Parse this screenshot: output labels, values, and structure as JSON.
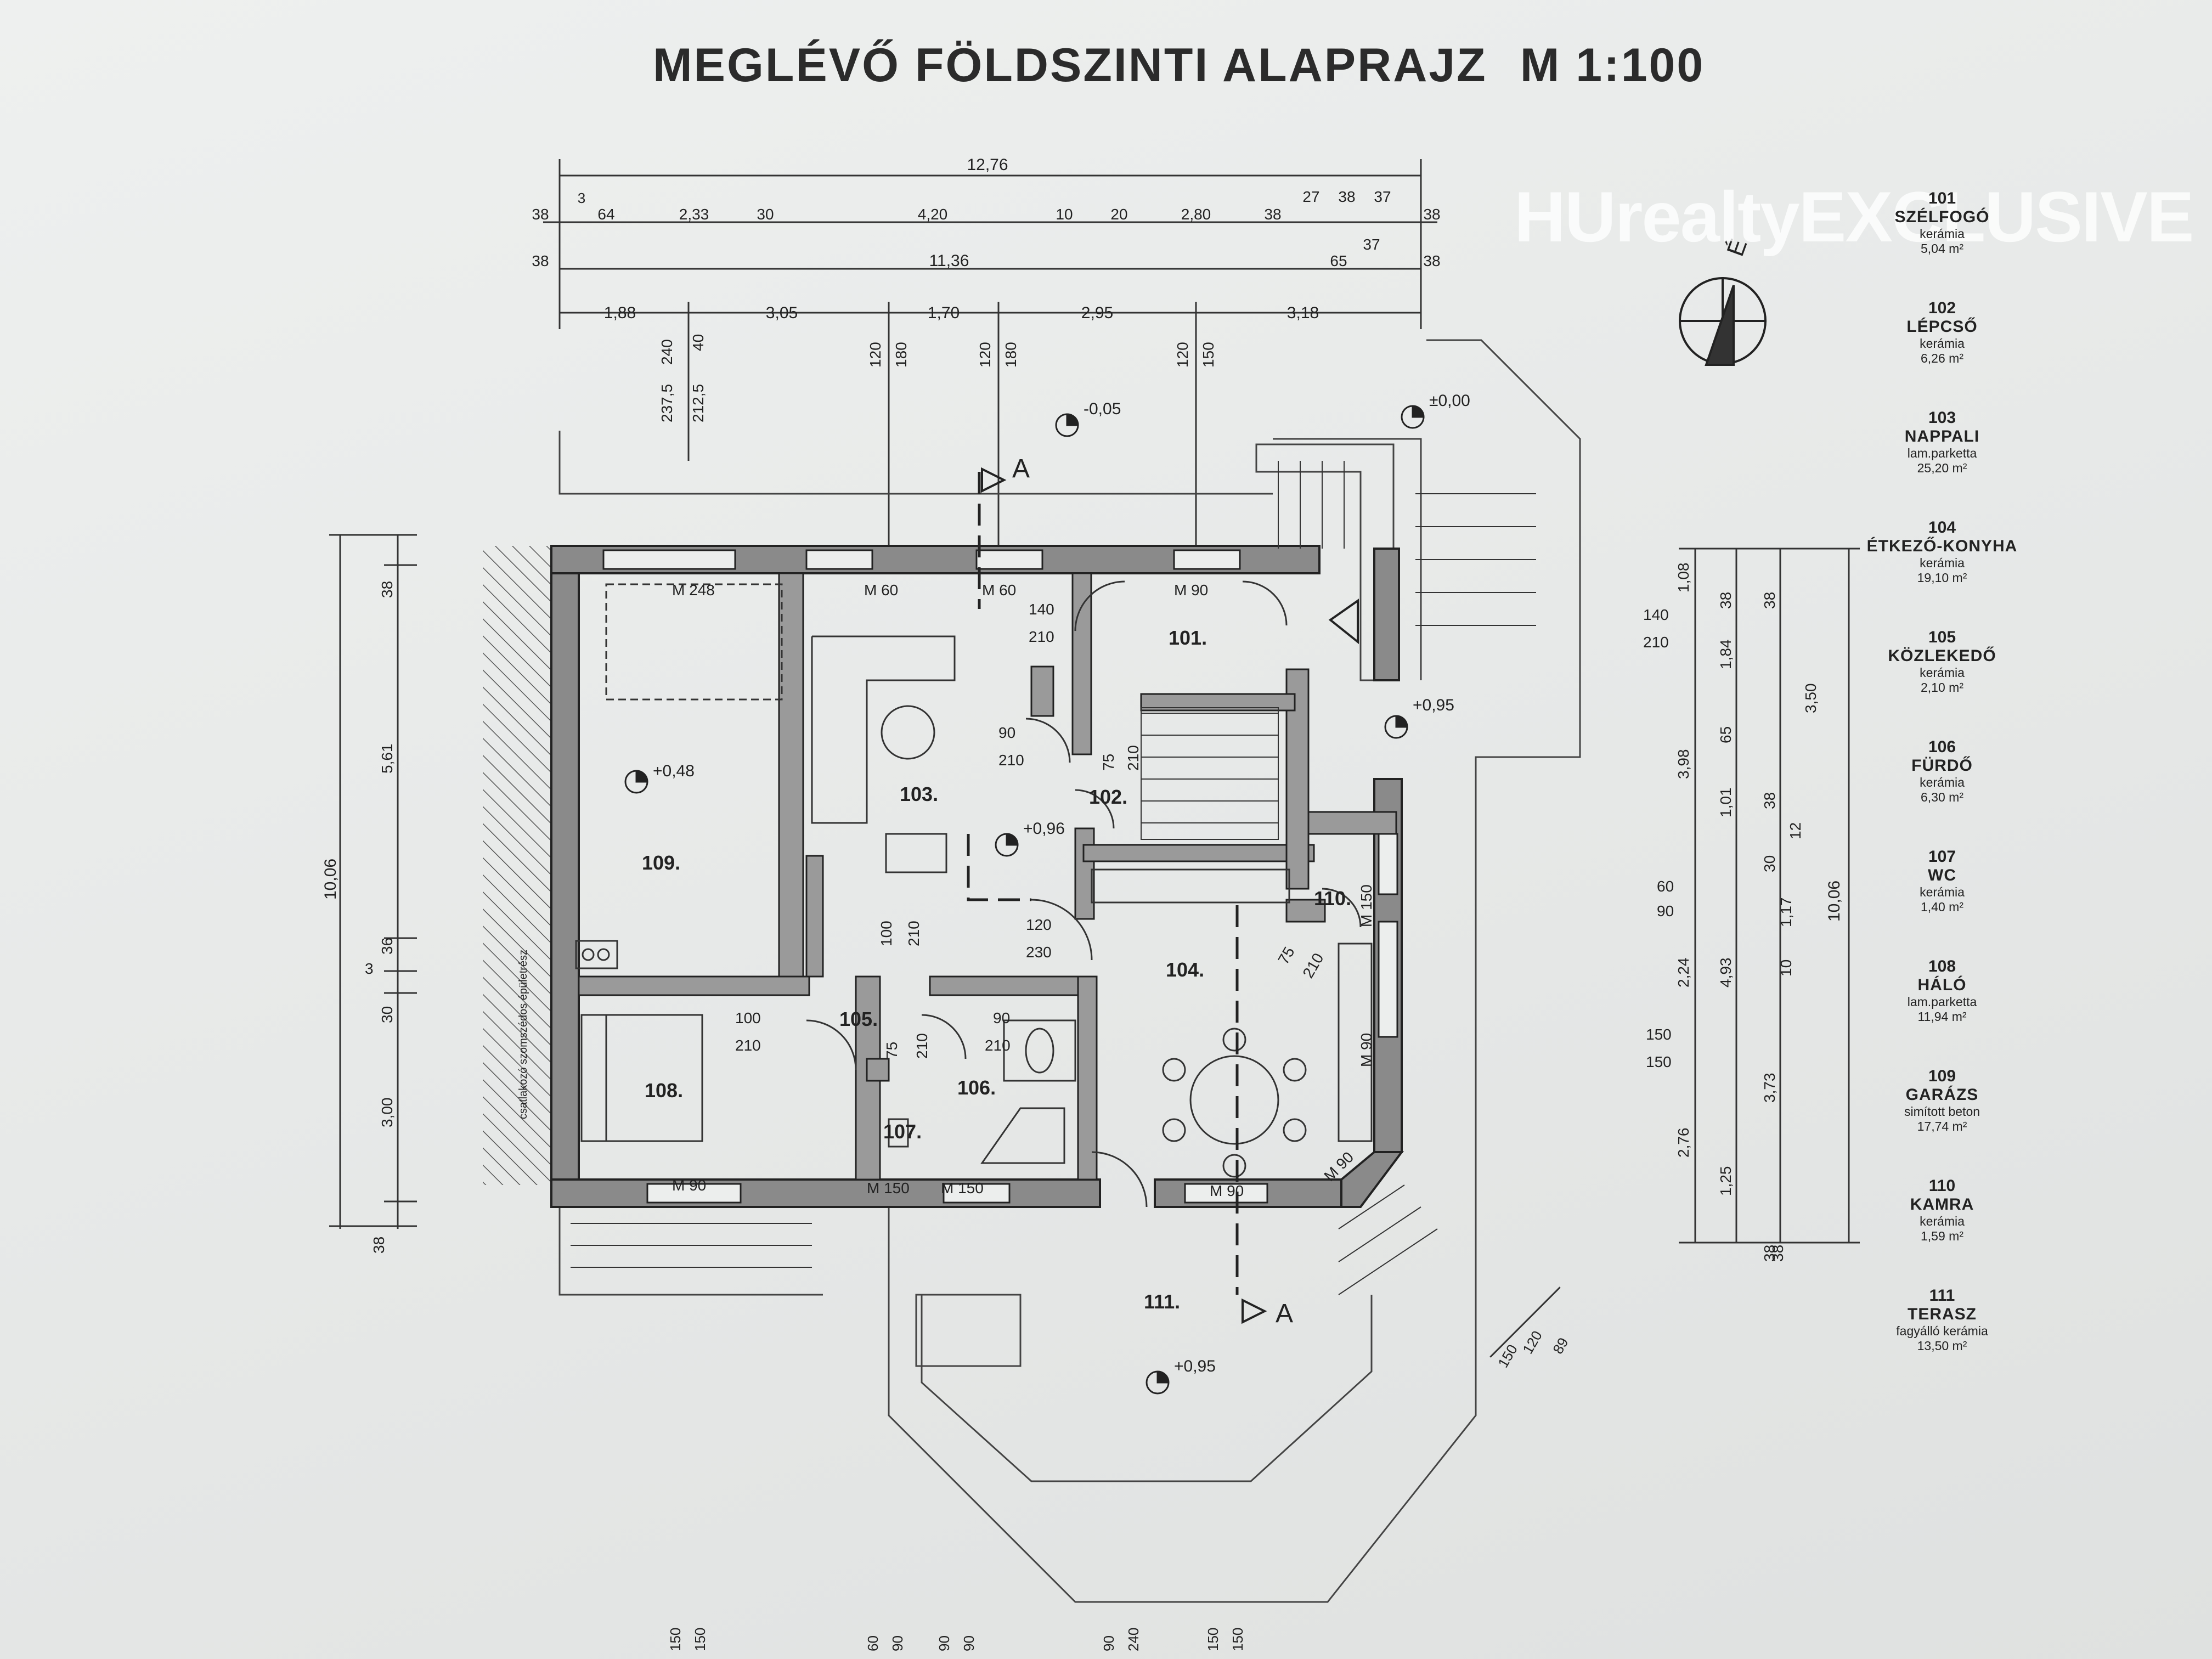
{
  "title": "MEGLÉVŐ FÖLDSZINTI ALAPRAJZ",
  "scale": "M 1:100",
  "watermark": "HUrealtyEXCLUSIVE",
  "legend": [
    {
      "num": "101",
      "name": "SZÉLFOGÓ",
      "material": "kerámia",
      "area": "5,04 m²"
    },
    {
      "num": "102",
      "name": "LÉPCSŐ",
      "material": "kerámia",
      "area": "6,26 m²"
    },
    {
      "num": "103",
      "name": "NAPPALI",
      "material": "lam.parketta",
      "area": "25,20 m²"
    },
    {
      "num": "104",
      "name": "ÉTKEZŐ-KONYHA",
      "material": "kerámia",
      "area": "19,10 m²"
    },
    {
      "num": "105",
      "name": "KÖZLEKEDŐ",
      "material": "kerámia",
      "area": "2,10 m²"
    },
    {
      "num": "106",
      "name": "FÜRDŐ",
      "material": "kerámia",
      "area": "6,30 m²"
    },
    {
      "num": "107",
      "name": "WC",
      "material": "kerámia",
      "area": "1,40 m²"
    },
    {
      "num": "108",
      "name": "HÁLÓ",
      "material": "lam.parketta",
      "area": "11,94 m²"
    },
    {
      "num": "109",
      "name": "GARÁZS",
      "material": "simított beton",
      "area": "17,74 m²"
    },
    {
      "num": "110",
      "name": "KAMRA",
      "material": "kerámia",
      "area": "1,59 m²"
    },
    {
      "num": "111",
      "name": "TERASZ",
      "material": "fagyálló kerámia",
      "area": "13,50 m²"
    }
  ],
  "rooms": {
    "r101": "101.",
    "r102": "102.",
    "r103": "103.",
    "r104": "104.",
    "r105": "105.",
    "r106": "106.",
    "r107": "107.",
    "r108": "108.",
    "r109": "109.",
    "r110": "110.",
    "r111": "111."
  },
  "levels": {
    "l1": "-0,05",
    "l2": "±0,00",
    "l3": "+0,95",
    "l4": "+0,48",
    "l5": "+0,96",
    "l6": "+0,95"
  },
  "section": {
    "a1": "A",
    "a2": "A"
  },
  "neighbor_note": "csatlakozó szomszédos épületrész",
  "dims_top": {
    "total": "12,76",
    "row2": [
      "38",
      "3",
      "64",
      "2,33",
      "30",
      "4,20",
      "10",
      "20",
      "2,80",
      "38",
      "27",
      "38",
      "37",
      "38"
    ],
    "row3": [
      "38",
      "11,36",
      "65",
      "37",
      "38"
    ],
    "row4": [
      "1,88",
      "3,05",
      "1,70",
      "2,95",
      "3,18"
    ],
    "openings": [
      "237,5",
      "240",
      "212,5",
      "40",
      "120",
      "180",
      "120",
      "180",
      "120",
      "150"
    ]
  },
  "dims_left": {
    "total": "10,06",
    "parts": [
      "38",
      "5,61",
      "36",
      "3",
      "30",
      "3,00",
      "38"
    ]
  },
  "dims_right": {
    "total": "10,06",
    "col1": [
      "1,08",
      "3,98",
      "2,24",
      "2,76"
    ],
    "col2": [
      "38",
      "1,84",
      "65",
      "1,01",
      "4,93",
      "1,25",
      "38"
    ],
    "col3": [
      "38",
      "3,50",
      "38",
      "12",
      "30",
      "1,17",
      "10",
      "3,73",
      "38"
    ]
  },
  "doors": {
    "d1a": "140",
    "d1b": "210",
    "d2a": "140",
    "d2b": "210",
    "d3a": "90",
    "d3b": "210",
    "d4a": "75",
    "d4b": "210",
    "d5a": "120",
    "d5b": "230",
    "d6a": "100",
    "d6b": "210",
    "d7a": "100",
    "d7b": "210",
    "d8a": "75",
    "d8b": "210",
    "d9a": "90",
    "d9b": "210",
    "d10a": "75",
    "d10b": "210",
    "d11a": "60",
    "d11b": "90",
    "d12a": "150",
    "d12b": "150"
  },
  "windows": {
    "w1": "M 248",
    "w2": "M 60",
    "w3": "M 60",
    "w4": "M 90",
    "w5": "M 150",
    "w6": "M 90",
    "w7": "M 90",
    "w8": "M 150",
    "w9": "M 150",
    "w10": "M 90",
    "w11": "M 90"
  },
  "terrace_dims": [
    "120",
    "89",
    "150"
  ],
  "bottom_dims": [
    "150",
    "150",
    "60",
    "90",
    "90",
    "90",
    "90",
    "240",
    "150",
    "150"
  ]
}
